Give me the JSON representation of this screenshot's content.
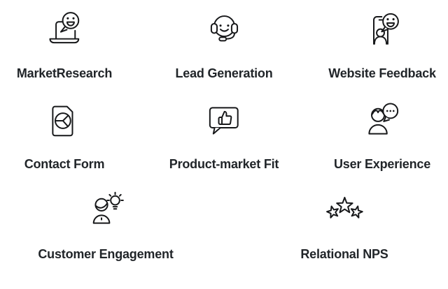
{
  "page": {
    "background_color": "#ffffff",
    "text_color": "#212529",
    "icon_color": "#17181a"
  },
  "categories": {
    "items": [
      {
        "label": "MarketResearch",
        "icon": "laptop-smiley-bubble-icon"
      },
      {
        "label": "Lead Generation",
        "icon": "headset-smiley-icon"
      },
      {
        "label": "Website Feedback",
        "icon": "phone-person-smiley-bubble-icon"
      },
      {
        "label": "Contact Form",
        "icon": "document-pie-chart-icon"
      },
      {
        "label": "Product-market Fit",
        "icon": "thumbs-up-speech-bubble-icon"
      },
      {
        "label": "User Experience",
        "icon": "person-speech-bubble-dots-icon"
      },
      {
        "label": "Customer Engagement",
        "icon": "person-lightbulb-icon"
      },
      {
        "label": "Relational NPS",
        "icon": "three-stars-icon"
      }
    ]
  }
}
